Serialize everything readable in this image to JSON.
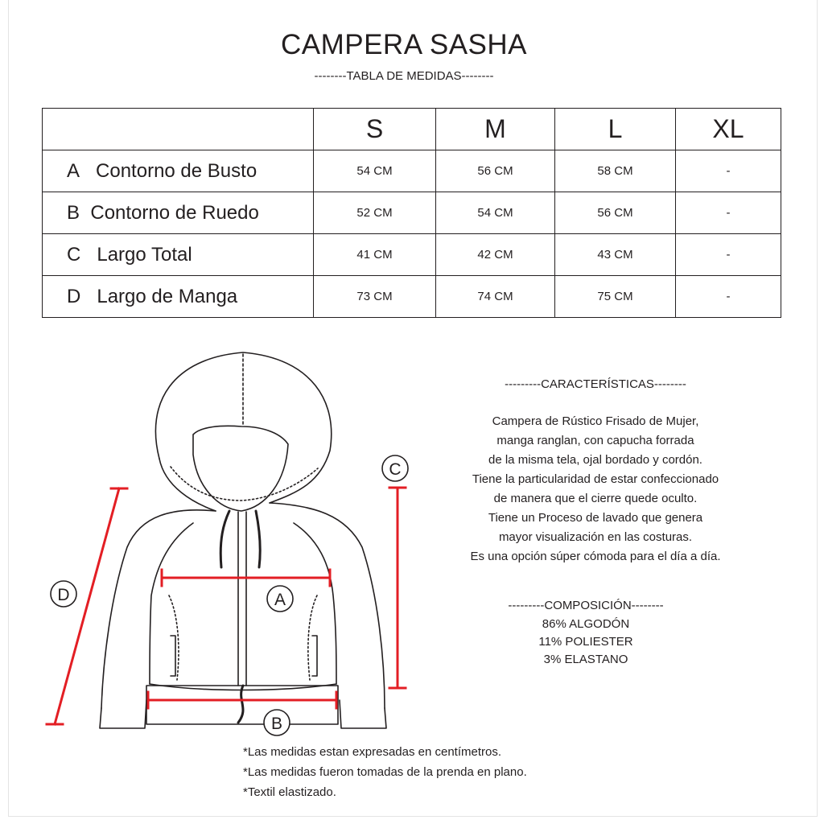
{
  "title": "CAMPERA SASHA",
  "subtitle": "--------TABLA DE MEDIDAS--------",
  "table": {
    "headers": [
      "S",
      "M",
      "L",
      "XL"
    ],
    "rows": [
      {
        "letter": "A",
        "label": "Contorno de Busto",
        "values": [
          "54 CM",
          "56 CM",
          "58 CM",
          "-"
        ]
      },
      {
        "letter": "B",
        "label": "Contorno de Ruedo",
        "values": [
          "52 CM",
          "54 CM",
          "56 CM",
          "-"
        ]
      },
      {
        "letter": "C",
        "label": "Largo Total",
        "values": [
          "41 CM",
          "42 CM",
          "43 CM",
          "-"
        ]
      },
      {
        "letter": "D",
        "label": "Largo de Manga",
        "values": [
          "73 CM",
          "74 CM",
          "75 CM",
          "-"
        ]
      }
    ]
  },
  "characteristics": {
    "heading": "---------CARACTERÍSTICAS--------",
    "lines": [
      "Campera de Rústico Frisado de Mujer,",
      "manga ranglan, con capucha forrada",
      "de la misma tela, ojal bordado y cordón.",
      "Tiene la particularidad de estar confeccionado",
      "de manera que el cierre quede oculto.",
      "Tiene un Proceso de lavado que genera",
      "mayor visualización en las costuras.",
      "Es una opción súper cómoda para el día a día."
    ]
  },
  "composition": {
    "heading": "---------COMPOSICIÓN--------",
    "lines": [
      "86% ALGODÓN",
      "11% POLIESTER",
      "3% ELASTANO"
    ]
  },
  "notes": [
    "*Las medidas estan expresadas en centímetros.",
    "*Las medidas fueron tomadas de la prenda en plano.",
    "*Textil elastizado."
  ],
  "diagram": {
    "labels": {
      "a": "A",
      "b": "B",
      "c": "C",
      "d": "D"
    }
  },
  "colors": {
    "measure_red": "#e31e24",
    "ink": "#231f20"
  }
}
